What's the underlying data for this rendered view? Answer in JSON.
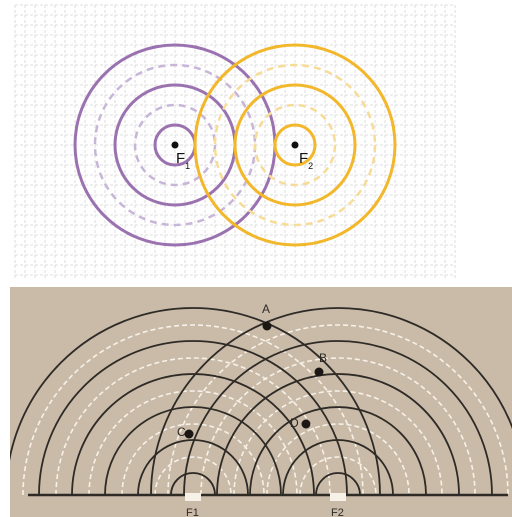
{
  "top_diagram": {
    "sources": [
      {
        "label": "F",
        "sub": "1",
        "color": "#9b72b0"
      },
      {
        "label": "F",
        "sub": "2",
        "color": "#f2b72a"
      }
    ],
    "grid_color": "#d5d5d5"
  },
  "bottom_diagram": {
    "background": "#c9bba8",
    "line_color": "#2e2a26",
    "dash_color": "#f7f1e8",
    "points": [
      {
        "label": "A"
      },
      {
        "label": "B"
      },
      {
        "label": "C"
      },
      {
        "label": "D"
      }
    ],
    "foci": [
      {
        "label": "F1"
      },
      {
        "label": "F2"
      }
    ]
  }
}
